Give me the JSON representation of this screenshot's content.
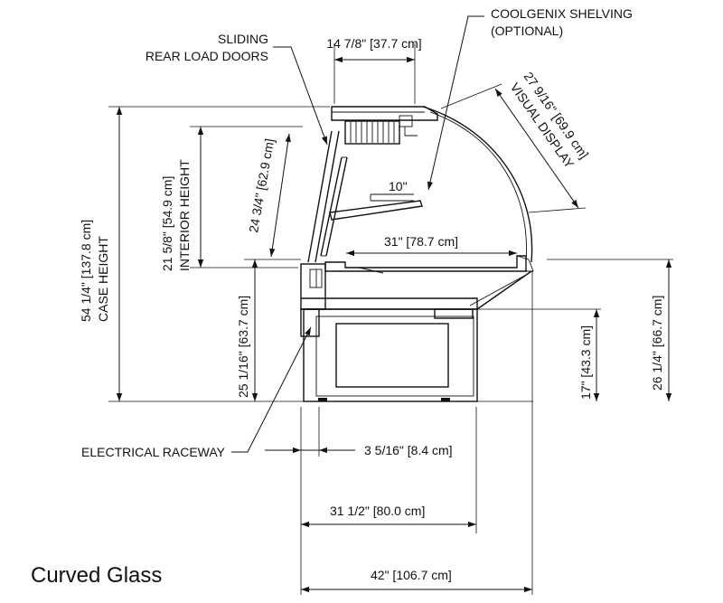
{
  "title": "Curved Glass",
  "callouts": {
    "coolgenix_line1": "COOLGENIX SHELVING",
    "coolgenix_line2": "(OPTIONAL)",
    "sliding_line1": "SLIDING",
    "sliding_line2": "REAR LOAD DOORS",
    "electrical": "ELECTRICAL RACEWAY"
  },
  "dimensions": {
    "top_width": "14 7/8\" [37.7 cm]",
    "visual_display_value": "27 9/16\" [69.9 cm]",
    "visual_display_label": "VISUAL DISPLAY",
    "shelf_depth": "10\"",
    "interior_height_value": "21 5/8\" [54.9 cm]",
    "interior_height_label": "INTERIOR HEIGHT",
    "glass_height": "24 3/4\" [62.9 cm]",
    "case_height_value": "54 1/4\" [137.8 cm]",
    "case_height_label": "CASE HEIGHT",
    "deck_depth": "31\" [78.7 cm]",
    "lower_height": "25 1/16\" [63.7 cm]",
    "raceway_depth": "3 5/16\" [8.4 cm]",
    "base_depth": "31 1/2\" [80.0 cm]",
    "overall_depth": "42\" [106.7 cm]",
    "front_lower_height": "17\" [43.3 cm]",
    "front_height": "26 1/4\" [66.7 cm]"
  }
}
